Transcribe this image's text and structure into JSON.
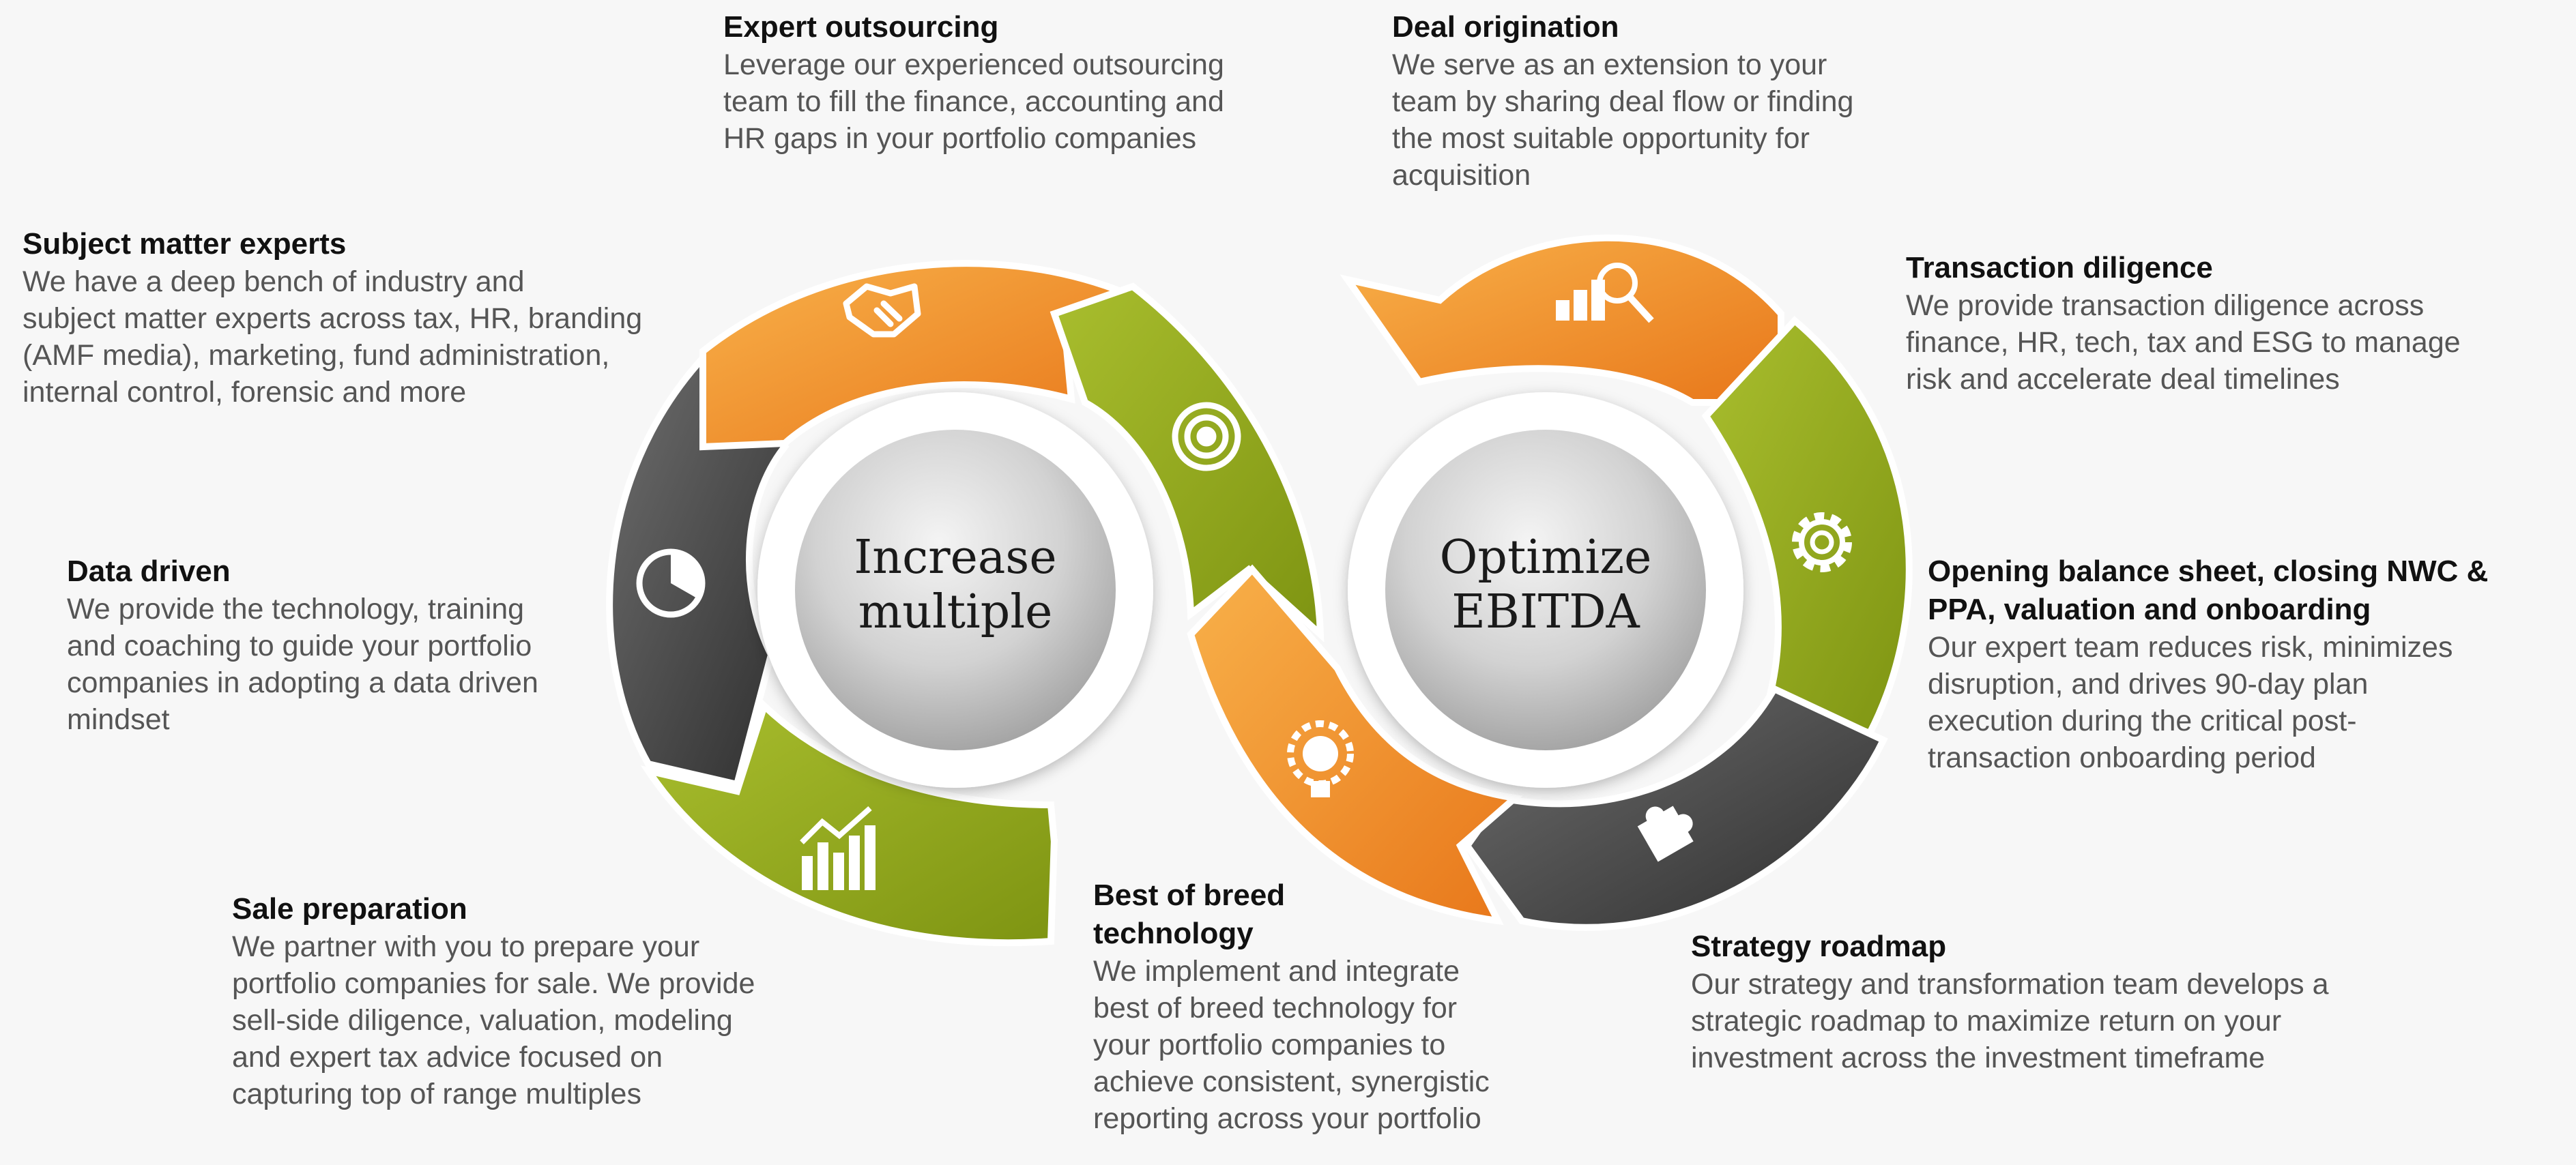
{
  "hubs": {
    "left": {
      "line1": "Increase",
      "line2": "multiple"
    },
    "right": {
      "line1": "Optimize",
      "line2": "EBITDA"
    }
  },
  "colors": {
    "orange": "#F08A24",
    "green": "#8FA61D",
    "dark": "#4A4A4A",
    "background": "#F7F7F7"
  },
  "icons": {
    "expert_outsourcing": "handshake-icon",
    "deal_origination": "magnifier-chart-icon",
    "best_of_breed": "target-icon",
    "transaction_diligence": "gear-icon",
    "data_driven": "pie-chart-icon",
    "sale_preparation": "bar-chart-icon",
    "technology": "lightbulb-gear-icon",
    "strategy_roadmap": "puzzle-icon"
  },
  "blocks": {
    "expert_outsourcing": {
      "title": [
        "Expert outsourcing"
      ],
      "desc": [
        "Leverage our experienced outsourcing",
        "team to fill the finance, accounting and",
        "HR gaps in your portfolio companies"
      ]
    },
    "deal_origination": {
      "title": [
        "Deal origination"
      ],
      "desc": [
        "We serve as an extension to your",
        "team by sharing deal flow or finding",
        "the most suitable opportunity for",
        "acquisition"
      ]
    },
    "subject_matter": {
      "title": [
        "Subject matter experts"
      ],
      "desc": [
        "We have a deep bench of industry and",
        "subject matter experts across tax, HR, branding",
        "(AMF media), marketing, fund administration,",
        "internal control, forensic and more"
      ]
    },
    "transaction_diligence": {
      "title": [
        "Transaction diligence"
      ],
      "desc": [
        "We provide transaction diligence across",
        "finance, HR, tech, tax and ESG to manage",
        "risk and accelerate deal timelines"
      ]
    },
    "data_driven": {
      "title": [
        "Data driven"
      ],
      "desc": [
        "We provide the technology, training",
        "and coaching to guide your portfolio",
        "companies in adopting a data driven",
        "mindset"
      ]
    },
    "opening_balance": {
      "title": [
        "Opening balance sheet, closing NWC &",
        "PPA, valuation and onboarding"
      ],
      "desc": [
        "Our expert team reduces risk, minimizes",
        "disruption, and drives 90-day plan",
        "execution during the critical post-",
        "transaction onboarding period"
      ]
    },
    "sale_preparation": {
      "title": [
        "Sale preparation"
      ],
      "desc": [
        "We partner with you to prepare your",
        "portfolio companies for sale. We provide",
        "sell-side diligence, valuation, modeling",
        "and expert tax advice focused on",
        "capturing top of range multiples"
      ]
    },
    "best_of_breed": {
      "title": [
        "Best of breed",
        "technology"
      ],
      "desc": [
        "We implement and integrate",
        "best of breed technology for",
        "your portfolio companies to",
        "achieve consistent, synergistic",
        "reporting across your portfolio"
      ]
    },
    "strategy_roadmap": {
      "title": [
        "Strategy roadmap"
      ],
      "desc": [
        "Our strategy and transformation team develops a",
        "strategic roadmap to maximize return on your",
        "investment across the investment timeframe"
      ]
    }
  }
}
